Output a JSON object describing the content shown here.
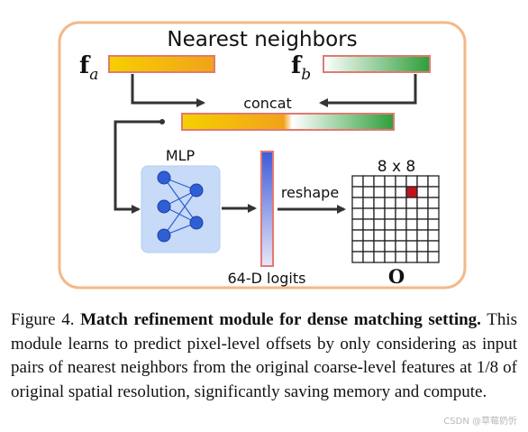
{
  "diagram": {
    "title": "Nearest neighbors",
    "fa_symbol": "f",
    "fa_subscript": "a",
    "fb_symbol": "f",
    "fb_subscript": "b",
    "concat_label": "concat",
    "mlp_label": "MLP",
    "logits_label": "64-D logits",
    "reshape_label": "reshape",
    "grid_label": "8 x 8",
    "output_symbol": "O",
    "colors": {
      "frame": "#f2b98a",
      "bar_border": "#e07a73",
      "fa_gradient_start": "#f5d000",
      "fa_gradient_end": "#f2a21a",
      "fb_gradient_start": "#ffffff",
      "fb_gradient_end": "#2e9e3a",
      "mlp_box": "#c7daf7",
      "mlp_node": "#2f5fd6",
      "logits_start": "#3f5bd8",
      "logits_end": "#e8e6f7",
      "highlight_cell": "#c0141c"
    }
  },
  "caption": {
    "label": "Figure 4.",
    "title": "Match refinement module for dense matching setting.",
    "body": "This module learns to predict pixel-level offsets by only considering as input pairs of nearest neighbors from the original coarse-level features at 1/8 of original spatial resolution, significantly saving memory and compute."
  },
  "watermark": "CSDN @草莓奶忻"
}
